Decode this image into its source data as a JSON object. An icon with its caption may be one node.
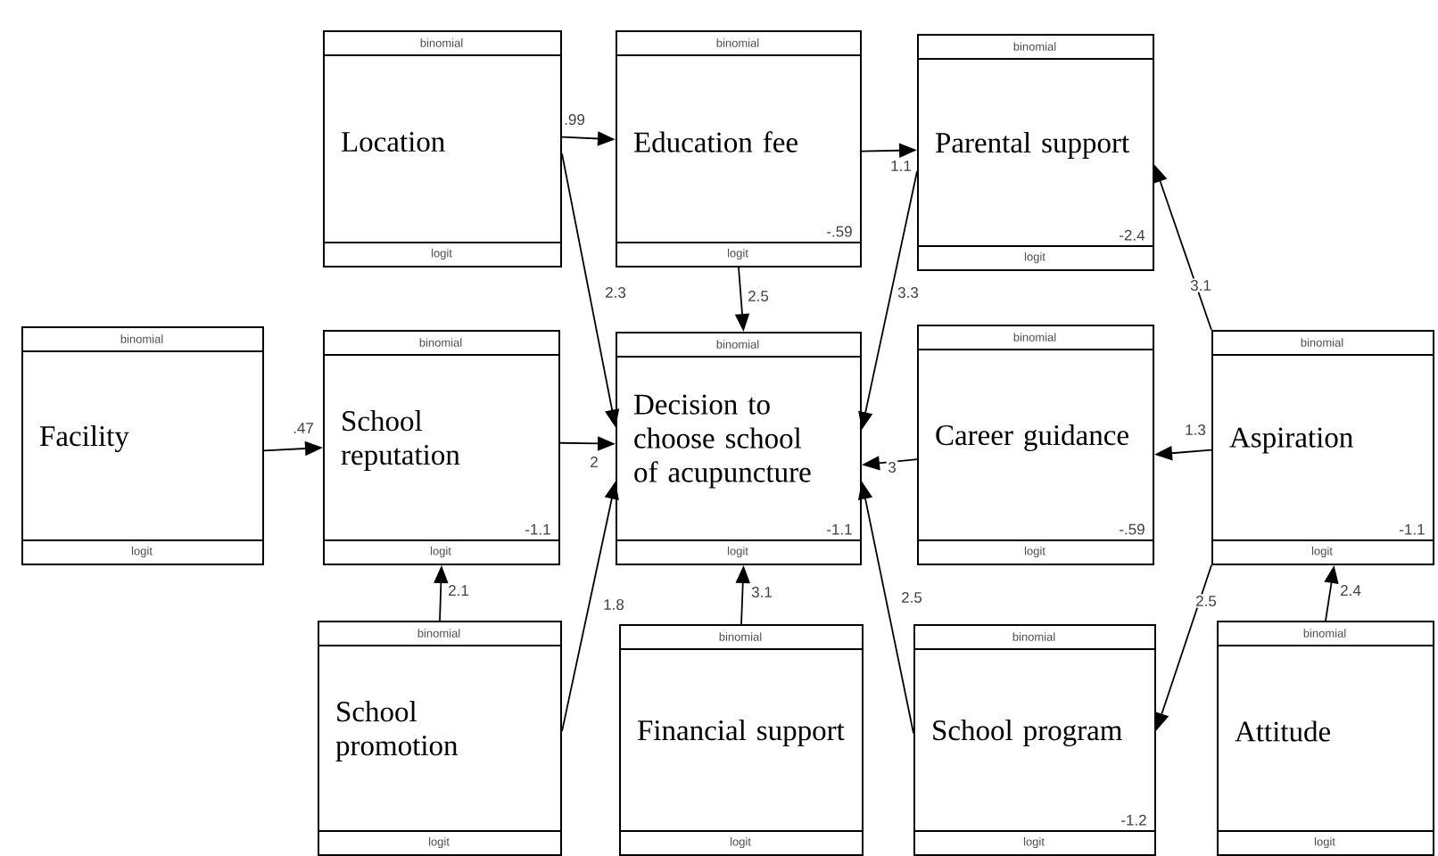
{
  "diagram": {
    "nodes": [
      {
        "text": [
          "binomial",
          "Location",
          "logit"
        ]
      },
      {
        "text": [
          "binomial",
          "Education fee",
          "-.59",
          "logit"
        ]
      },
      {
        "text": [
          "binomial",
          "Parental support",
          "-2.4",
          "logit"
        ]
      },
      {
        "text": [
          "binomial",
          "Facility",
          "logit"
        ]
      },
      {
        "text": [
          "binomial",
          "School reputation",
          "-1.1",
          "logit"
        ]
      },
      {
        "text": [
          "binomial",
          "Decision to choose school of acupuncture",
          "-1.1",
          "logit"
        ]
      },
      {
        "text": [
          "binomial",
          "Career guidance",
          "-.59",
          "logit"
        ]
      },
      {
        "text": [
          "binomial",
          "Aspiration",
          "-1.1",
          "logit"
        ]
      },
      {
        "text": [
          "binomial",
          "School promotion",
          "logit"
        ]
      },
      {
        "text": [
          "binomial",
          "Financial support",
          "logit"
        ]
      },
      {
        "text": [
          "binomial",
          "School program",
          "-1.2",
          "logit"
        ]
      },
      {
        "text": [
          "binomial",
          "Attitude",
          "logit"
        ]
      }
    ],
    "edges": [
      {
        "from": 0,
        "to": 1,
        "arrow": "to",
        "label": ".99"
      },
      {
        "from": 0,
        "to": 5,
        "arrow": "to",
        "label": "2.3"
      },
      {
        "from": 1,
        "to": 5,
        "arrow": "to",
        "label": "2.5"
      },
      {
        "from": 1,
        "to": 2,
        "arrow": "to",
        "label": "1.1"
      },
      {
        "from": 2,
        "to": 5,
        "arrow": "to",
        "label": "3.3"
      },
      {
        "from": 7,
        "to": 2,
        "arrow": "to",
        "label": "3.1"
      },
      {
        "from": 3,
        "to": 4,
        "arrow": "to",
        "label": ".47"
      },
      {
        "from": 4,
        "to": 5,
        "arrow": "to",
        "label": "2"
      },
      {
        "from": 6,
        "to": 5,
        "arrow": "to",
        "label": "3"
      },
      {
        "from": 7,
        "to": 6,
        "arrow": "to",
        "label": "1.3"
      },
      {
        "from": 8,
        "to": 4,
        "arrow": "to",
        "label": "2.1"
      },
      {
        "from": 8,
        "to": 5,
        "arrow": "to",
        "label": "1.8"
      },
      {
        "from": 9,
        "to": 5,
        "arrow": "to",
        "label": "3.1"
      },
      {
        "from": 10,
        "to": 5,
        "arrow": "to",
        "label": "2.5"
      },
      {
        "from": 7,
        "to": 10,
        "arrow": "to",
        "label": "2.5"
      },
      {
        "from": 11,
        "to": 7,
        "arrow": "to",
        "label": "2.4"
      }
    ]
  }
}
